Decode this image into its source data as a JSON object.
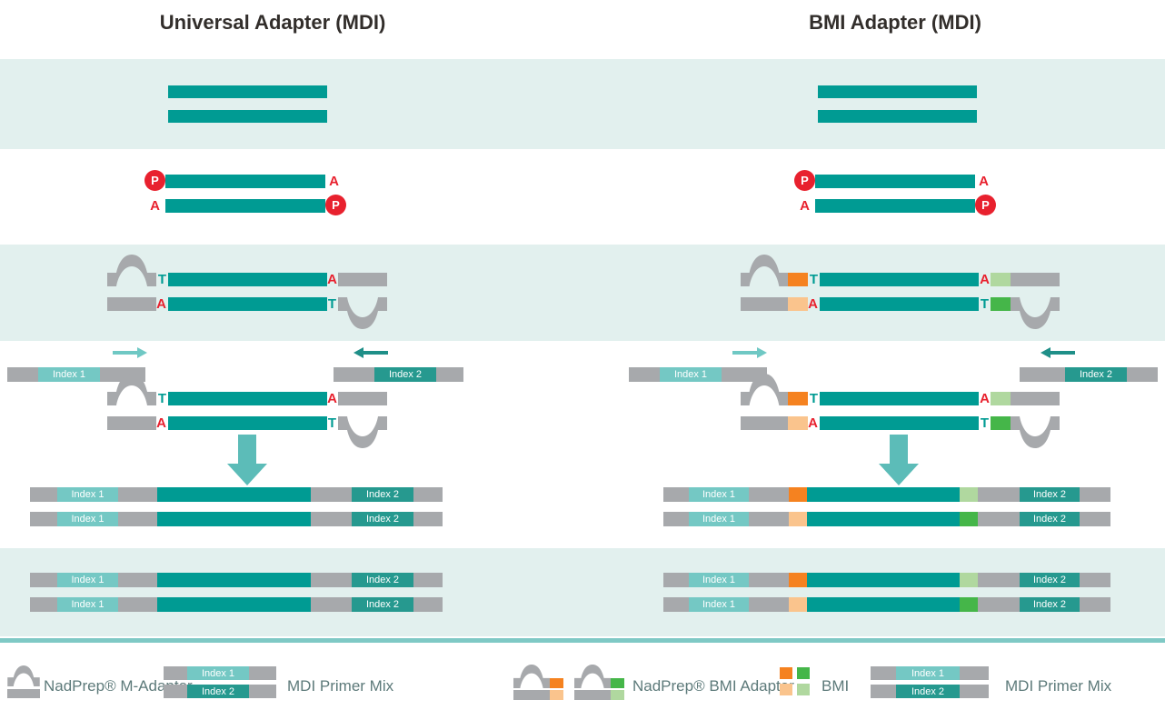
{
  "titles": {
    "left": "Universal Adapter (MDI)",
    "right": "BMI Adapter (MDI)"
  },
  "nucleotides": {
    "p": "P",
    "a": "A",
    "t": "T"
  },
  "index_labels": {
    "index1": "Index 1",
    "index2": "Index 2"
  },
  "legend": {
    "m_adapter": "NadPrep® M-Adapter",
    "mdi_primer_mix_left": "MDI Primer Mix",
    "bmi_adapter": "NadPrep® BMI Adapter",
    "bmi": "BMI",
    "mdi_primer_mix_right": "MDI Primer Mix"
  },
  "colors": {
    "teal": "#009b93",
    "teal_light": "#74c8c4",
    "teal_index2": "#26998f",
    "band": "#e2f0ee",
    "divider": "#7fc9c5",
    "gray": "#a7a9ac",
    "red": "#e8212e",
    "orange": "#f58220",
    "orange_light": "#fac48d",
    "green": "#45b649",
    "green_light": "#b0d89f",
    "arrow_big": "#5cbcb8",
    "arrow_fwd": "#6fc8c4",
    "arrow_rev": "#1f8f88",
    "title_text": "#322e2b",
    "legend_text": "#5d7a7a"
  }
}
